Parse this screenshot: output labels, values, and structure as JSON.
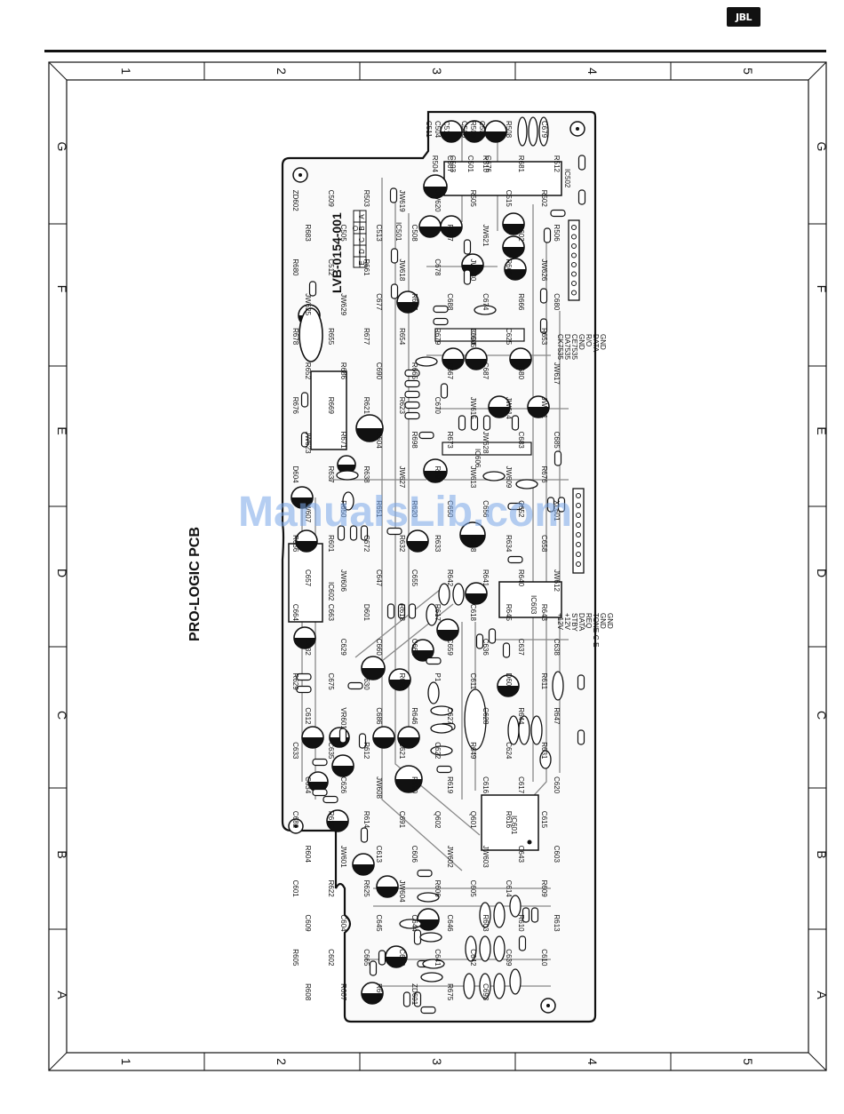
{
  "brand_logo": "JBL",
  "title": "PRO-LOGIC PCB",
  "board_id": "LVB-0154-001",
  "variant_grid": {
    "row1": [
      "A",
      "B",
      "C",
      "D",
      "E"
    ],
    "row2": [
      "",
      "O",
      "",
      "",
      ""
    ]
  },
  "watermark": "ManualsLib.com",
  "columns": [
    "1",
    "2",
    "3",
    "4",
    "5"
  ],
  "rows": [
    "G",
    "F",
    "E",
    "D",
    "C",
    "B",
    "A"
  ],
  "connector_labels": [
    "CK7535",
    "DA7535",
    "CE7535",
    "GND",
    "R/O",
    "DATA",
    "GND",
    "+12V",
    "+12V",
    "STBY",
    "DATA",
    "REQ",
    "TONE-C-E",
    "GND",
    "GND"
  ],
  "ic_labels": [
    "IC501",
    "IC502",
    "IC601",
    "IC602",
    "IC603",
    "IC605",
    "IC606"
  ],
  "component_labels": [
    "C511",
    "C510",
    "C506",
    "C502",
    "C504",
    "R509",
    "R508",
    "C679",
    "R504",
    "C503",
    "C501",
    "C676",
    "C507",
    "R510",
    "R681",
    "R512",
    "ZD602",
    "C509",
    "R503",
    "JW619",
    "JW620",
    "R505",
    "C515",
    "R502",
    "R683",
    "C505",
    "C513",
    "C508",
    "R507",
    "JW621",
    "R602",
    "R506",
    "R680",
    "C512",
    "R661",
    "JW618",
    "C678",
    "JW630",
    "R662",
    "JW626",
    "JW625",
    "JW629",
    "C677",
    "R657",
    "C688",
    "C674",
    "R666",
    "C680",
    "R678",
    "R655",
    "R677",
    "R654",
    "R679",
    "C604",
    "C625",
    "R653",
    "R652",
    "R686",
    "C690",
    "R665",
    "R667",
    "C687",
    "R680",
    "JW617",
    "R676",
    "R669",
    "R621",
    "R623",
    "C670",
    "JW615",
    "JW614",
    "JW611",
    "JW623",
    "R671",
    "C604",
    "R698",
    "R673",
    "JW628",
    "C683",
    "C685",
    "D604",
    "R637",
    "R638",
    "JW627",
    "R692",
    "JW613",
    "JW609",
    "R676",
    "JW607",
    "R650",
    "R651",
    "R620",
    "C650",
    "C656",
    "C652",
    "XL601",
    "R656",
    "R601",
    "C672",
    "R632",
    "R633",
    "R648",
    "R634",
    "C658",
    "C657",
    "JW606",
    "C647",
    "C655",
    "R642",
    "R641",
    "R640",
    "JW612",
    "C664",
    "C663",
    "D601",
    "R618",
    "R617",
    "C618",
    "R645",
    "R643",
    "C632",
    "C629",
    "C660",
    "C661",
    "C659",
    "C636",
    "C637",
    "C638",
    "R629",
    "C675",
    "C630",
    "R689",
    "P1",
    "C611",
    "D602",
    "R611",
    "C612",
    "VR601",
    "C686",
    "R646",
    "C627",
    "C628",
    "R644",
    "R647",
    "C633",
    "C635",
    "R612",
    "C621",
    "C622",
    "R649",
    "C624",
    "R631",
    "C634",
    "C626",
    "JW608",
    "R690",
    "R619",
    "C616",
    "C617",
    "C620",
    "C682",
    "R615",
    "R614",
    "C691",
    "Q602",
    "Q601",
    "R616",
    "C615",
    "R604",
    "JW601",
    "C613",
    "C606",
    "JW602",
    "JW603",
    "C643",
    "C603",
    "C601",
    "R622",
    "R625",
    "JW604",
    "R606",
    "C605",
    "C614",
    "R609",
    "C609",
    "C604",
    "C645",
    "C644",
    "C646",
    "R603",
    "R610",
    "R613",
    "R605",
    "C602",
    "C665",
    "C640",
    "C641",
    "C642",
    "C639",
    "C610",
    "R608",
    "R607",
    "R601",
    "ZD601",
    "R675",
    "C693"
  ]
}
